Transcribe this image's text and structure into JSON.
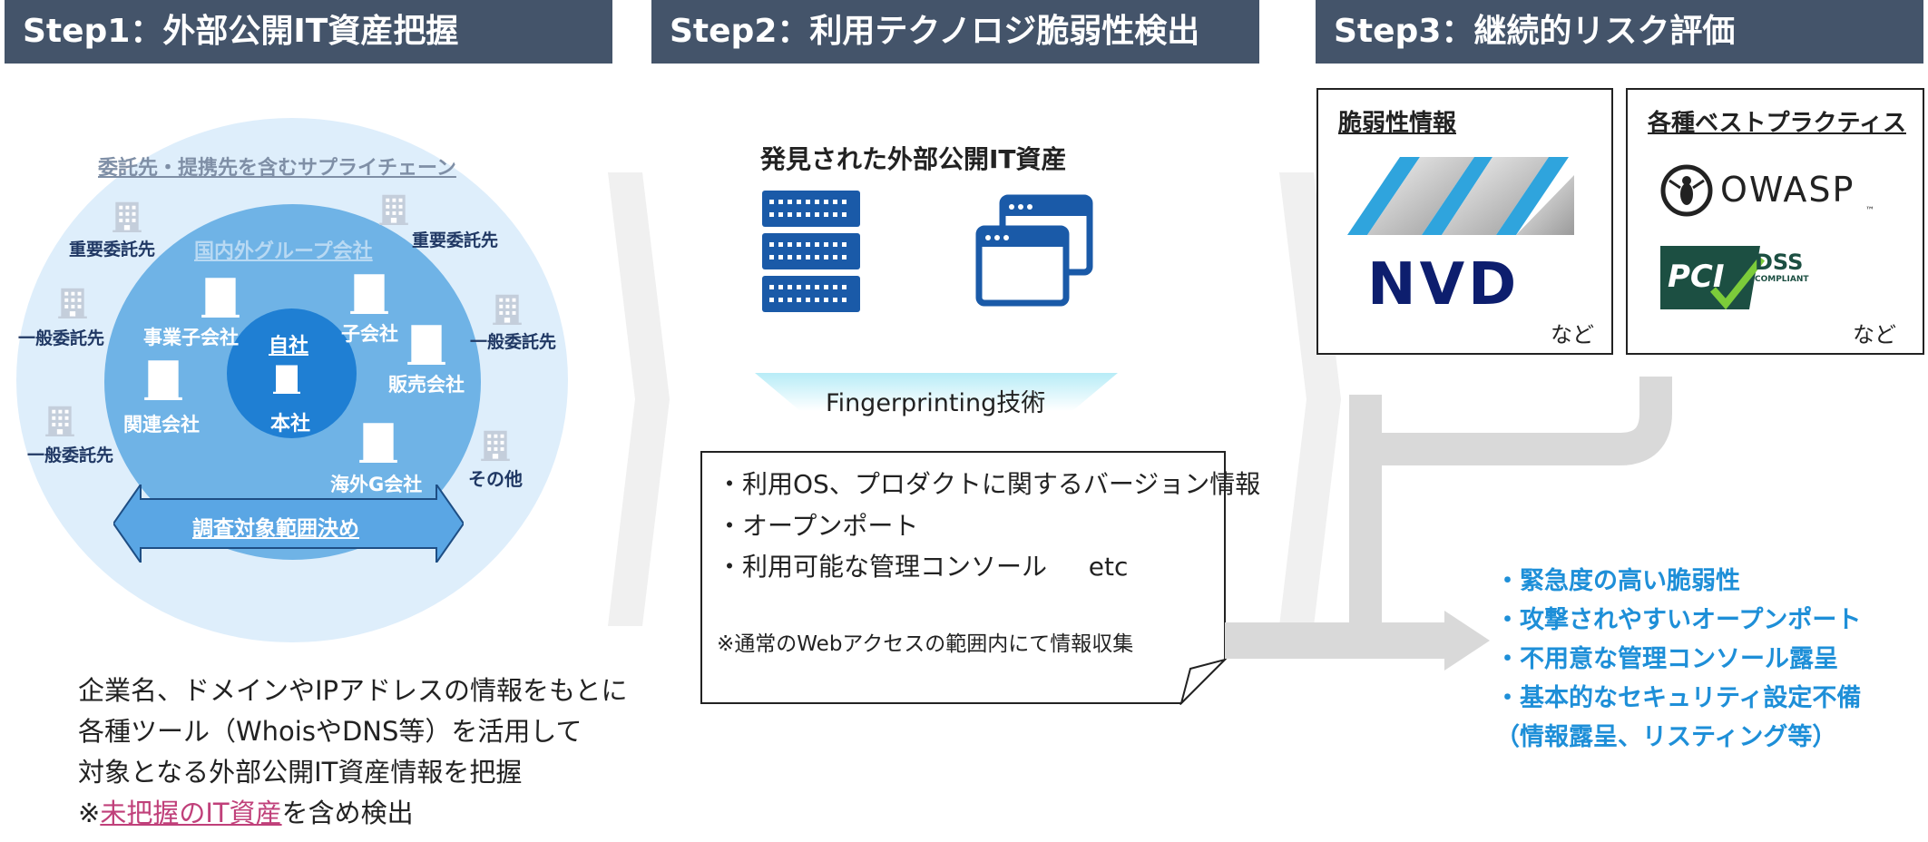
{
  "steps": [
    {
      "title": "Step1：外部公開IT資産把握"
    },
    {
      "title": "Step2：利用テクノロジ脆弱性検出"
    },
    {
      "title": "Step3：継続的リスク評価"
    }
  ],
  "step1": {
    "outer_label": "委託先・提携先を含むサプライチェーン",
    "middle_label": "国内外グループ会社",
    "inner_label_top": "自社",
    "inner_label_bottom": "本社",
    "outer_items": [
      "重要委託先",
      "重要委託先",
      "一般委託先",
      "一般委託先",
      "一般委託先",
      "その他"
    ],
    "middle_items": [
      "事業子会社",
      "子会社",
      "販売会社",
      "関連会社",
      "海外G会社"
    ],
    "arrow_label": "調査対象範囲決め",
    "description": [
      "企業名、ドメインやIPアドレスの情報をもとに",
      "各種ツール（WhoisやDNS等）を活用して",
      "対象となる外部公開IT資産情報を把握"
    ],
    "note_prefix": "※",
    "note_link": "未把握のIT資産",
    "note_suffix": "を含め検出",
    "colors": {
      "outer": "#deeefb",
      "middle": "#6fb3e6",
      "inner": "#1f7fd3",
      "link": "#c0407a"
    }
  },
  "step2": {
    "assets_title": "発見された外部公開IT資産",
    "fingerprint_label": "Fingerprinting技術",
    "items": [
      "・利用OS、プロダクトに関するバージョン情報",
      "・オープンポート",
      "・利用可能な管理コンソール　  etc"
    ],
    "note": "※通常のWebアクセスの範囲内にて情報収集",
    "icons": [
      "server-rack-icon",
      "browser-windows-icon"
    ],
    "icon_color": "#1a5aa8"
  },
  "step3": {
    "vuln_box_title": "脆弱性情報",
    "vuln_logo_text": "NVD",
    "vuln_box_suffix": "など",
    "best_box_title": "各種ベストプラクティス",
    "owasp_text": "OWASP",
    "owasp_tm": "™",
    "pci_text": "PCI",
    "dss_text": "DSS",
    "dss_sub": "COMPLIANT",
    "best_box_suffix": "など",
    "results": [
      "・緊急度の高い脆弱性",
      "・攻撃されやすいオープンポート",
      "・不用意な管理コンソール露呈",
      "・基本的なセキュリティ設定不備",
      "（情報露呈、リスティング等）"
    ],
    "result_color": "#1e8fd8"
  }
}
